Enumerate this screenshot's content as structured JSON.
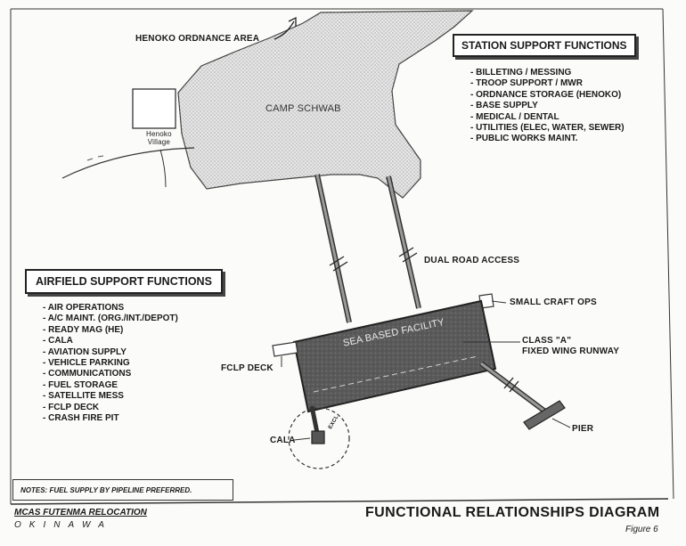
{
  "labels": {
    "henoko_ordnance_area": "HENOKO ORDNANCE AREA",
    "camp_schwab": "CAMP SCHWAB",
    "henoko_village": "Henoko\nVillage",
    "dual_road_access": "DUAL ROAD ACCESS",
    "small_craft_ops": "SMALL CRAFT OPS",
    "sea_based_facility": "SEA BASED FACILITY",
    "runway": "CLASS \"A\"\nFIXED WING RUNWAY",
    "fclp_deck": "FCLP DECK",
    "pier": "PIER",
    "cala": "CALA",
    "cala_ring": "EXCL"
  },
  "station_support": {
    "title": "STATION SUPPORT FUNCTIONS",
    "items": [
      "BILLETING / MESSING",
      "TROOP SUPPORT / MWR",
      "ORDNANCE STORAGE (HENOKO)",
      "BASE SUPPLY",
      "MEDICAL / DENTAL",
      "UTILITIES (ELEC, WATER, SEWER)",
      "PUBLIC WORKS MAINT."
    ]
  },
  "airfield_support": {
    "title": "AIRFIELD SUPPORT FUNCTIONS",
    "items": [
      "AIR OPERATIONS",
      "A/C MAINT. (ORG./INT./DEPOT)",
      "READY MAG (HE)",
      "CALA",
      "AVIATION SUPPLY",
      "VEHICLE PARKING",
      "COMMUNICATIONS",
      "FUEL STORAGE",
      "SATELLITE MESS",
      "FCLP DECK",
      "CRASH FIRE PIT"
    ]
  },
  "notes": "NOTES:    FUEL SUPPLY BY PIPELINE PREFERRED.",
  "footer": {
    "left_line1": "MCAS FUTENMA RELOCATION",
    "left_line2": "OKINAWA",
    "title": "FUNCTIONAL RELATIONSHIPS DIAGRAM",
    "figure": "Figure 6"
  }
}
